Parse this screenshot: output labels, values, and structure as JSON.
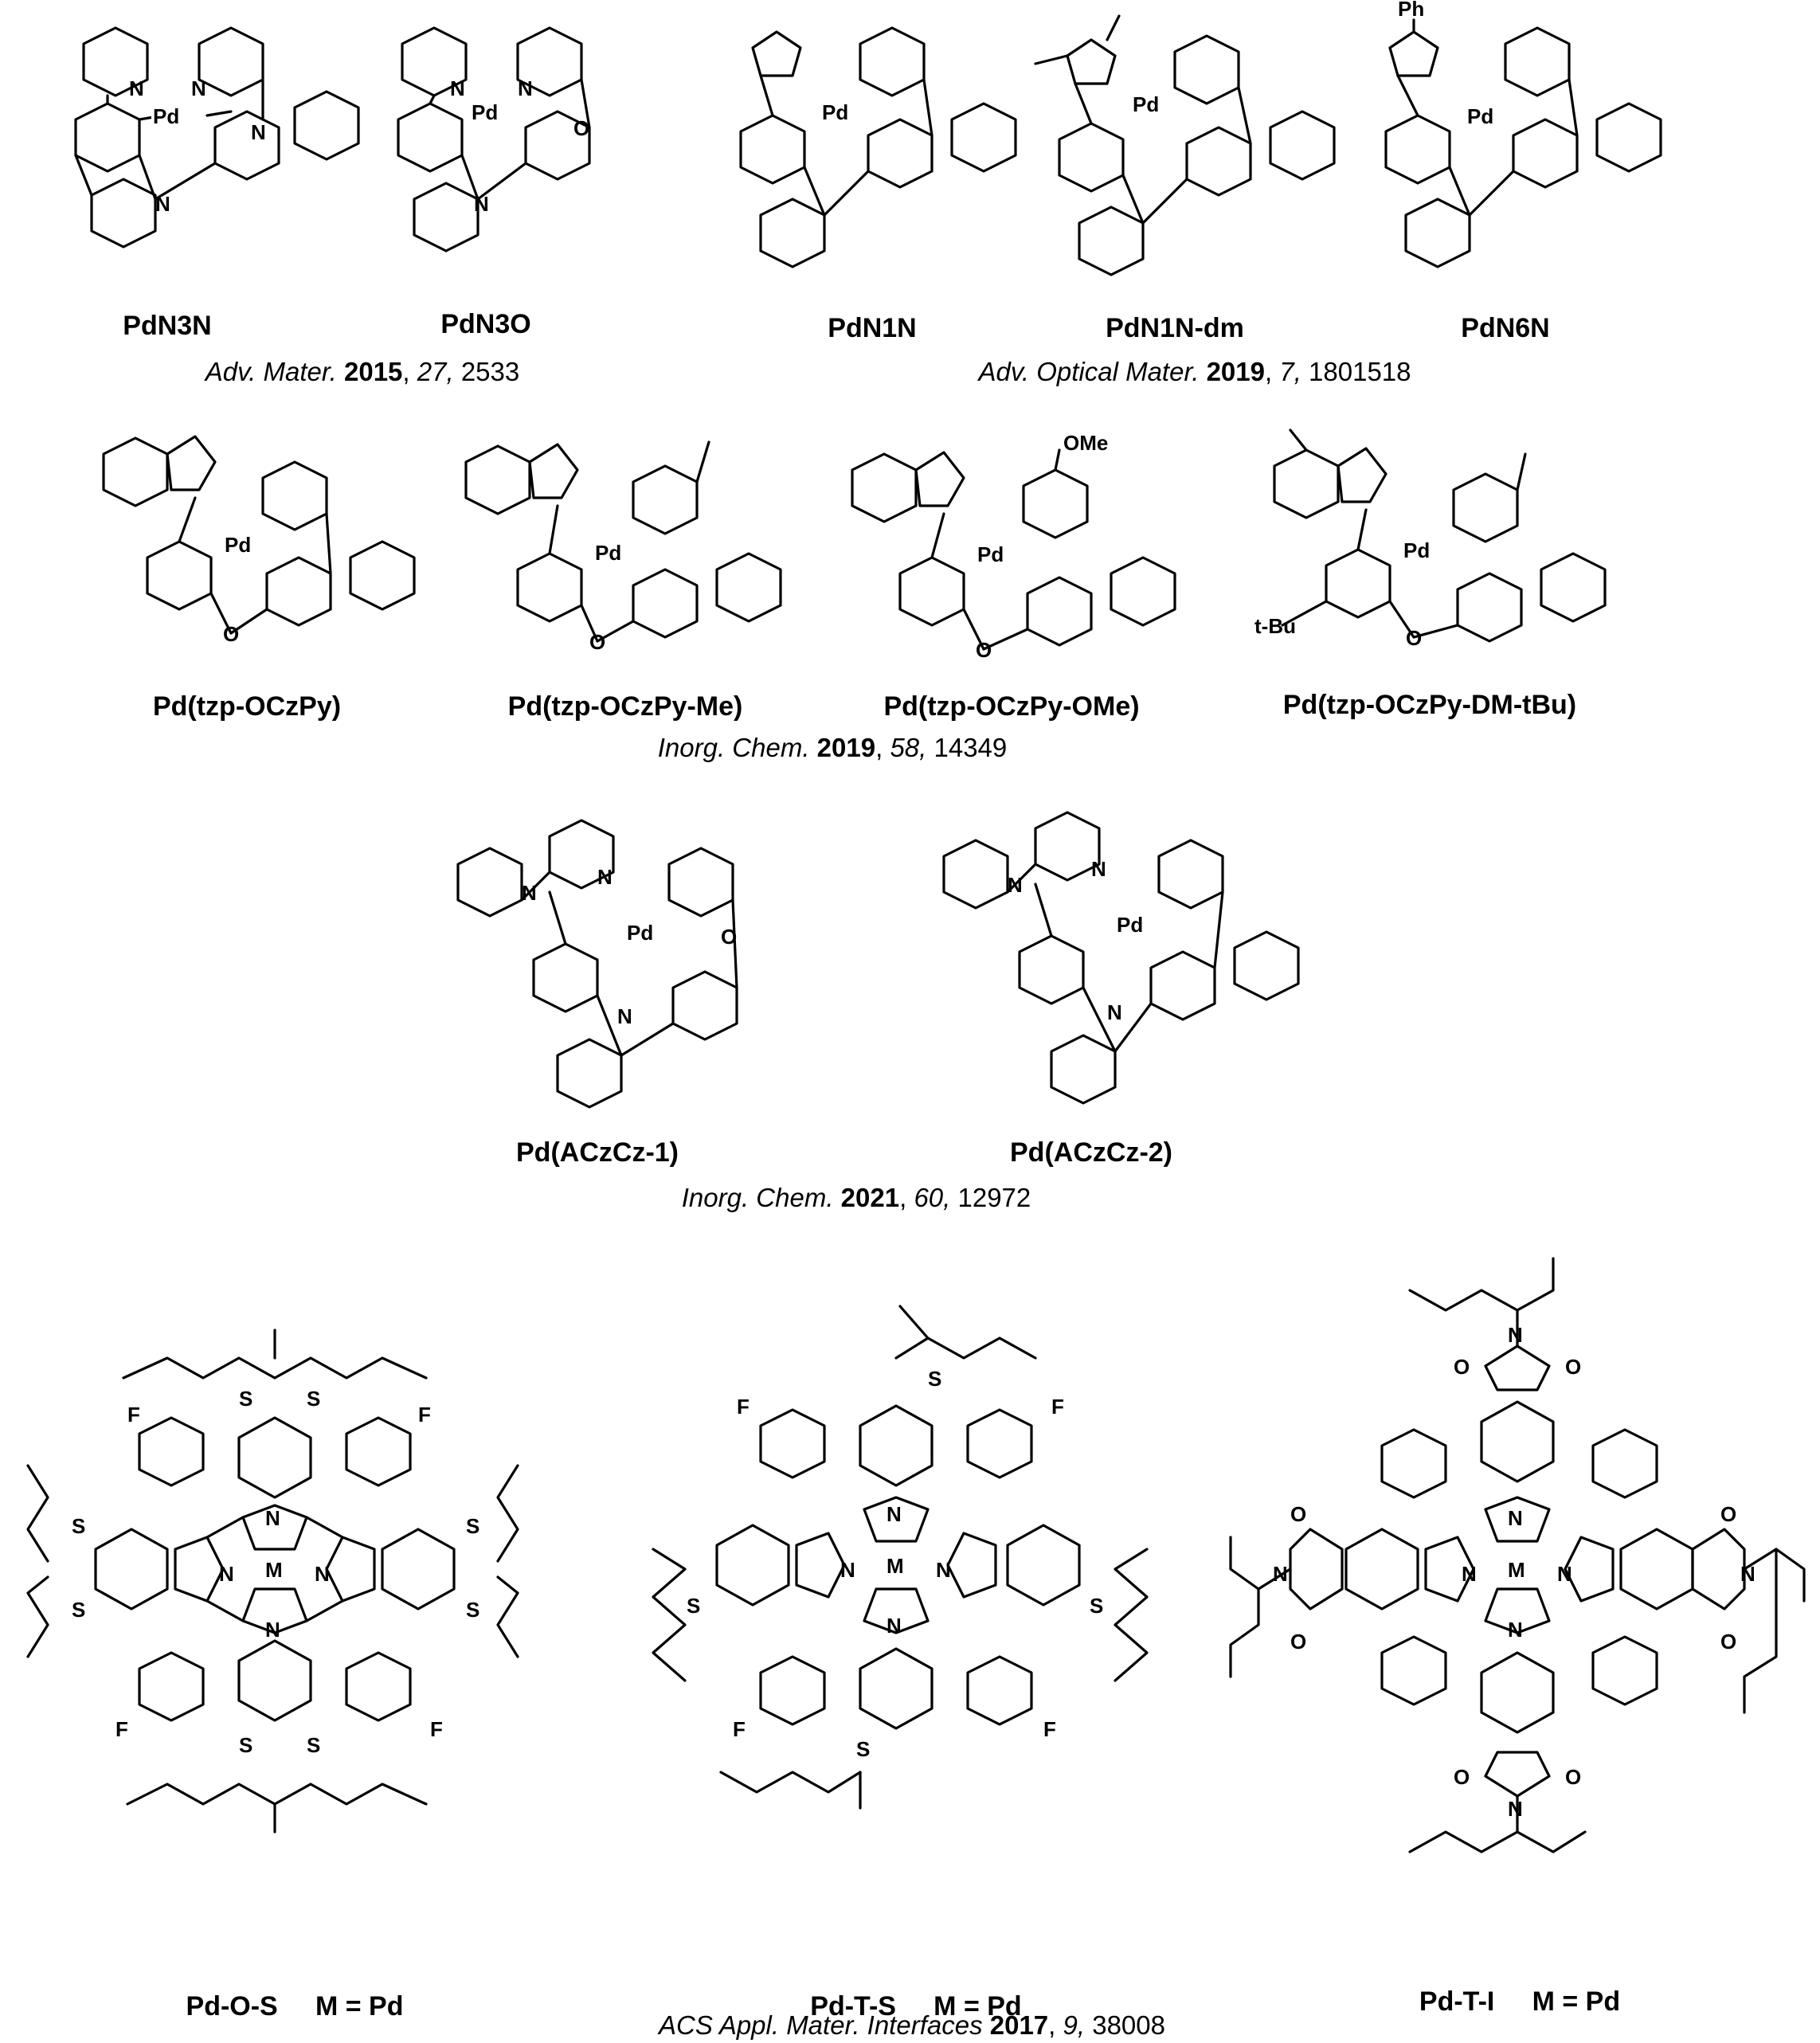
{
  "compounds": {
    "c1": "PdN3N",
    "c2": "PdN3O",
    "c3": "PdN1N",
    "c4": "PdN1N-dm",
    "c5": "PdN6N",
    "c6": "Pd(tzp-OCzPy)",
    "c7": "Pd(tzp-OCzPy-Me)",
    "c8": "Pd(tzp-OCzPy-OMe)",
    "c9": "Pd(tzp-OCzPy-DM-tBu)",
    "c10": "Pd(ACzCz-1)",
    "c11": "Pd(ACzCz-2)",
    "c12": "Pd-O-S     M = Pd",
    "c13": "Pd-T-S     M = Pd",
    "c14": "Pd-T-I     M = Pd"
  },
  "refs": {
    "r1": {
      "journal": "Adv. Mater.",
      "year": "2015",
      "volume": "27,",
      "page": "2533"
    },
    "r2": {
      "journal": "Adv. Optical Mater.",
      "year": "2019",
      "volume": "7,",
      "page": "1801518"
    },
    "r3": {
      "journal": "Inorg. Chem.",
      "year": "2019",
      "volume": "58,",
      "page": "14349"
    },
    "r4": {
      "journal": "Inorg. Chem.",
      "year": "2021",
      "volume": "60,",
      "page": "12972"
    },
    "r5": {
      "journal": "ACS Appl. Mater. Interfaces",
      "year": "2017",
      "volume": "9,",
      "page": "38008"
    }
  },
  "atoms": {
    "pd": "Pd",
    "n": "N",
    "o": "O",
    "s": "S",
    "f": "F",
    "m": "M",
    "ph": "Ph",
    "ome": "OMe",
    "tbu": "t-Bu"
  }
}
